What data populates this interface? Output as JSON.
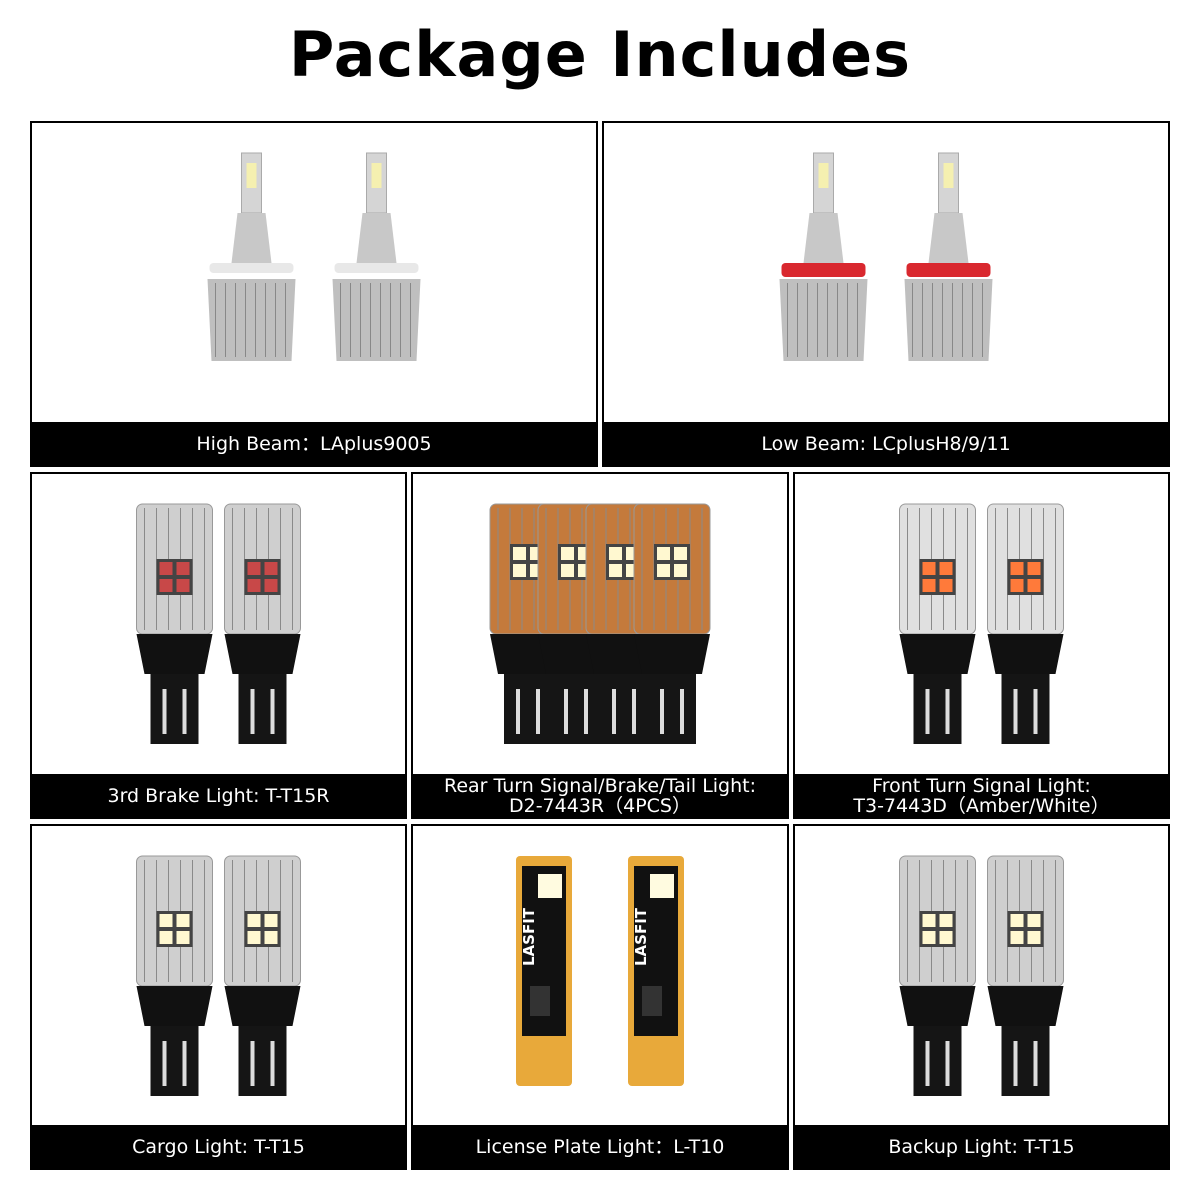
{
  "title": "Package Includes",
  "items": [
    {
      "line1": "High Beam：LAplus9005",
      "line2": "",
      "type": "headlight-9005",
      "count": 2
    },
    {
      "line1": "Low Beam: LCplusH8/9/11",
      "line2": "",
      "type": "headlight-h11",
      "count": 2
    },
    {
      "line1": "3rd Brake Light: T-T15R",
      "line2": "",
      "type": "wedge-red",
      "count": 2
    },
    {
      "line1": "Rear Turn Signal/Brake/Tail Light:",
      "line2": "D2-7443R（4PCS）",
      "type": "wedge-copper",
      "count": 4
    },
    {
      "line1": "Front Turn Signal Light:",
      "line2": "T3-7443D（Amber/White）",
      "type": "wedge-amber",
      "count": 2
    },
    {
      "line1": "Cargo Light: T-T15",
      "line2": "",
      "type": "wedge-white",
      "count": 2
    },
    {
      "line1": "License Plate Light：L-T10",
      "line2": "",
      "type": "t10-board",
      "count": 2
    },
    {
      "line1": "Backup Light: T-T15",
      "line2": "",
      "type": "wedge-white",
      "count": 2
    }
  ],
  "brand_marking": "LASFIT",
  "colors": {
    "caption_bg": "#000000",
    "caption_text": "#ffffff",
    "low_beam_ring": "#d9282f",
    "board": "#e8a93a",
    "copper": "#c47a3c"
  }
}
